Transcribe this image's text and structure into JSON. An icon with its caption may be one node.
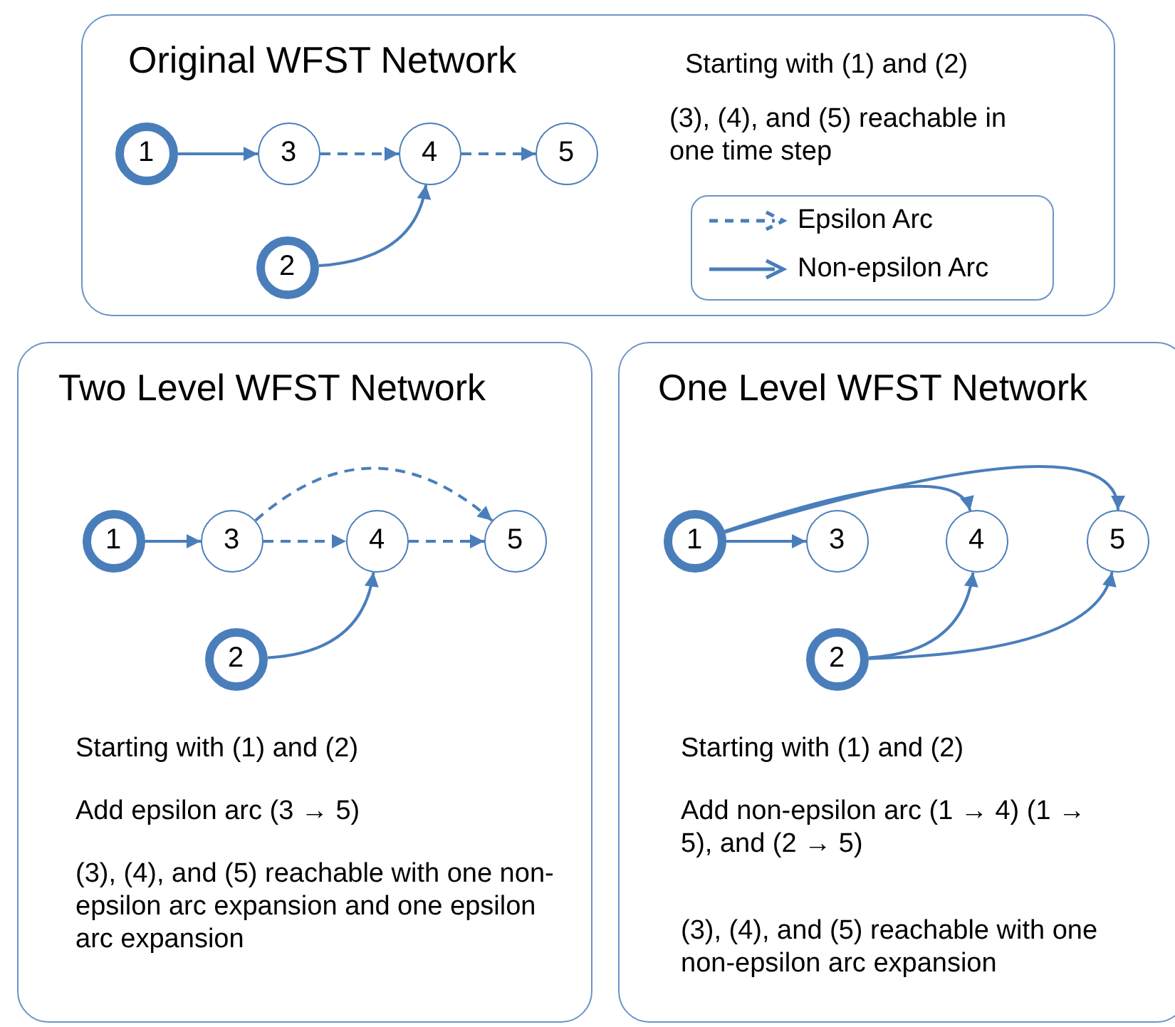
{
  "diagram": {
    "nodes": [
      {
        "text": [
          "Original WFST Network",
          "Starting with (1) and (2)",
          "(3), (4), and (5) reachable in one time step"
        ]
      },
      {
        "text": [
          "1"
        ],
        "in": 0
      },
      {
        "text": [
          "3"
        ],
        "in": 0
      },
      {
        "text": [
          "4"
        ],
        "in": 0
      },
      {
        "text": [
          "5"
        ],
        "in": 0
      },
      {
        "text": [
          "2"
        ],
        "in": 0
      },
      {
        "text": [
          "Two Level WFST Network",
          "Starting with (1) and (2)",
          "Add epsilon arc (3 → 5)",
          "(3), (4), and (5) reachable with one non-epsilon arc expansion and one epsilon arc expansion"
        ]
      },
      {
        "text": [
          "1"
        ],
        "in": 6
      },
      {
        "text": [
          "3"
        ],
        "in": 6
      },
      {
        "text": [
          "4"
        ],
        "in": 6
      },
      {
        "text": [
          "5"
        ],
        "in": 6
      },
      {
        "text": [
          "2"
        ],
        "in": 6
      },
      {
        "text": [
          "One Level WFST Network",
          "Starting with (1) and (2)",
          "Add non-epsilon arc (1 → 4) (1 → 5), and (2 → 5)",
          "(3), (4), and (5) reachable with one non-epsilon arc expansion"
        ]
      },
      {
        "text": [
          "1"
        ],
        "in": 12
      },
      {
        "text": [
          "3"
        ],
        "in": 12
      },
      {
        "text": [
          "4"
        ],
        "in": 12
      },
      {
        "text": [
          "5"
        ],
        "in": 12
      },
      {
        "text": [
          "2"
        ],
        "in": 12
      }
    ],
    "edges": [
      {
        "from": 1,
        "to": 2,
        "arrow": "to"
      },
      {
        "from": 2,
        "to": 3,
        "arrow": "to",
        "style": "dashed"
      },
      {
        "from": 3,
        "to": 4,
        "arrow": "to",
        "style": "dashed"
      },
      {
        "from": 5,
        "to": 3,
        "arrow": "to"
      },
      {
        "from": 7,
        "to": 8,
        "arrow": "to"
      },
      {
        "from": 8,
        "to": 10,
        "arrow": "to",
        "style": "dashed"
      },
      {
        "from": 8,
        "to": 9,
        "arrow": "to",
        "style": "dashed"
      },
      {
        "from": 9,
        "to": 10,
        "arrow": "to",
        "style": "dashed"
      },
      {
        "from": 11,
        "to": 9,
        "arrow": "to"
      },
      {
        "from": 13,
        "to": 14,
        "arrow": "to"
      },
      {
        "from": 13,
        "to": 15,
        "arrow": "to"
      },
      {
        "from": 13,
        "to": 16,
        "arrow": "to"
      },
      {
        "from": 17,
        "to": 15,
        "arrow": "to"
      },
      {
        "from": 17,
        "to": 16,
        "arrow": "to"
      }
    ],
    "legend": [
      {
        "text": "Epsilon Arc"
      },
      {
        "text": "Non-epsilon Arc"
      }
    ]
  }
}
